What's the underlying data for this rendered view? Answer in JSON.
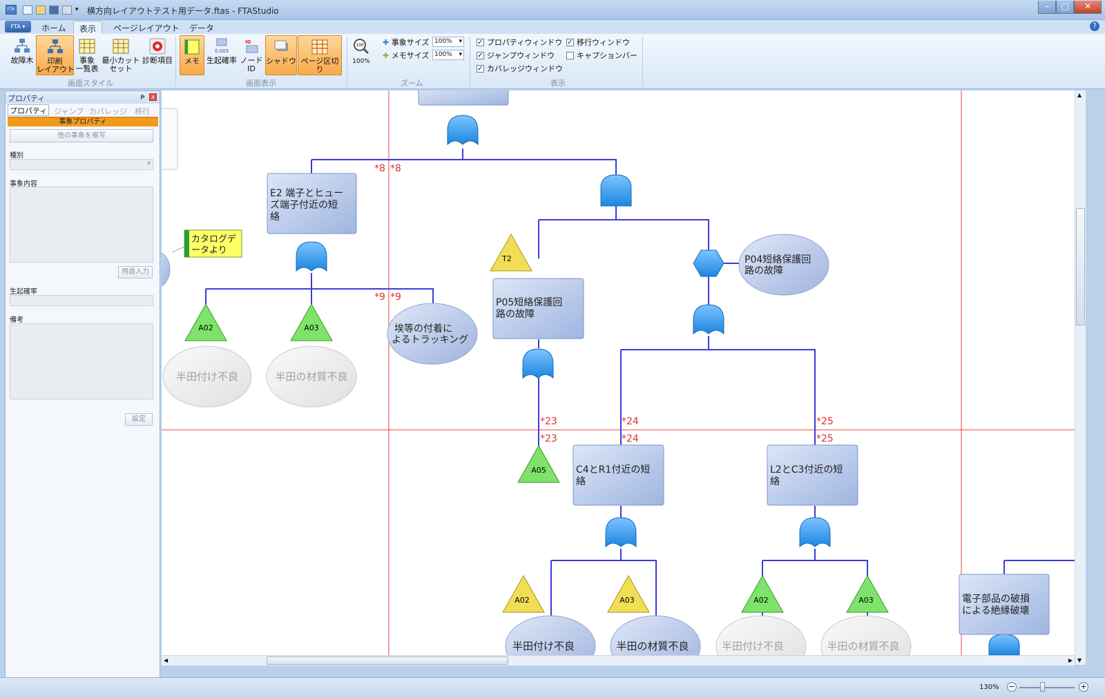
{
  "window": {
    "title": "横方向レイアウトテスト用データ.ftas - FTAStudio",
    "app_icon_text": "FTA",
    "controls": [
      "–",
      "▢",
      "✕"
    ]
  },
  "ribbon_tabs": {
    "file": "FTA ▾",
    "items": [
      "ホーム",
      "表示",
      "ページレイアウト",
      "データ"
    ],
    "active": "表示",
    "help": "?"
  },
  "ribbon": {
    "screen_style": {
      "label": "画面スタイル",
      "buttons": [
        "故障木",
        "印刷\nレイアウト",
        "事象\n一覧表",
        "最小カット\nセット",
        "診断項目"
      ]
    },
    "screen_display": {
      "label": "画面表示",
      "buttons": [
        "メモ",
        "生起確率",
        "ノードID",
        "シャドウ",
        "ページ区切り"
      ],
      "prob_sample": "0.003",
      "id_sample": "ID"
    },
    "zoom": {
      "label": "ズーム",
      "zoom_value": "100%",
      "event_size_label": "事象サイズ",
      "event_size_value": "100%",
      "memo_size_label": "メモサイズ",
      "memo_size_value": "100%",
      "zoom_icon_text": "100"
    },
    "display": {
      "label": "表示",
      "checkboxes": [
        {
          "label": "プロパティウィンドウ",
          "checked": true
        },
        {
          "label": "移行ウィンドウ",
          "checked": true
        },
        {
          "label": "ジャンプウィンドウ",
          "checked": true
        },
        {
          "label": "キャプションバー",
          "checked": false
        },
        {
          "label": "カバレッジウィンドウ",
          "checked": true
        }
      ]
    }
  },
  "left_pane": {
    "title": "プロパティ",
    "pin": "ᵽ",
    "close": "x",
    "tabs": [
      "プロパティ",
      "ジャンプ",
      "カバレッジ",
      "移行"
    ],
    "active_tab": "プロパティ",
    "header": "事象プロパティ",
    "copy_button": "他の事象を複写",
    "type_label": "種別",
    "content_label": "事象内容",
    "term_button": "用語入力",
    "probability_label": "生起確率",
    "remarks_label": "備考",
    "set_button": "設定"
  },
  "diagram": {
    "colors": {
      "line": "#3b3bdc",
      "page_break": "#e64545",
      "gate": "#2f9df2",
      "box": "#b9c9e9",
      "green_tri": "#7ee36a",
      "yellow_tri": "#f2de55",
      "note": "#ffff66",
      "cross_ref": "#e03030"
    },
    "boxes": [
      {
        "id": "e2",
        "text": [
          "E2 端子とヒュー",
          "ズ端子付近の短",
          "絡"
        ]
      },
      {
        "id": "p05",
        "text": [
          "P05短絡保護回",
          "路の故障"
        ]
      },
      {
        "id": "c4",
        "text": [
          "C4とR1付近の短",
          "絡"
        ]
      },
      {
        "id": "l2",
        "text": [
          "L2とC3付近の短",
          "絡"
        ]
      },
      {
        "id": "denshi",
        "text": [
          "電子部品の破損",
          "による絶縁破壊"
        ]
      }
    ],
    "ellipses": [
      {
        "id": "p04",
        "text": [
          "P04短絡保護回",
          "路の故障"
        ],
        "style": "blue"
      },
      {
        "id": "dust",
        "text": [
          "埃等の付着に",
          "よるトラッキング"
        ],
        "style": "blue"
      },
      {
        "id": "handa1",
        "text": [
          "半田付け不良"
        ],
        "style": "grey"
      },
      {
        "id": "handa2",
        "text": [
          "半田の材質不良"
        ],
        "style": "grey"
      },
      {
        "id": "handa3",
        "text": [
          "半田付け不良"
        ],
        "style": "blue"
      },
      {
        "id": "handa4",
        "text": [
          "半田の材質不良"
        ],
        "style": "blue"
      },
      {
        "id": "handa5",
        "text": [
          "半田付け不良"
        ],
        "style": "grey"
      },
      {
        "id": "handa6",
        "text": [
          "半田の材質不良"
        ],
        "style": "grey"
      }
    ],
    "triangles": [
      {
        "id": "a02a",
        "label": "A02",
        "color": "green"
      },
      {
        "id": "a03a",
        "label": "A03",
        "color": "green"
      },
      {
        "id": "t2",
        "label": "T2",
        "color": "yellow"
      },
      {
        "id": "a05",
        "label": "A05",
        "color": "green"
      },
      {
        "id": "a02b",
        "label": "A02",
        "color": "yellow"
      },
      {
        "id": "a03b",
        "label": "A03",
        "color": "yellow"
      },
      {
        "id": "a02c",
        "label": "A02",
        "color": "green"
      },
      {
        "id": "a03c",
        "label": "A03",
        "color": "green"
      }
    ],
    "note": [
      "カタログデ",
      "ータより"
    ],
    "cross_refs": [
      "*8",
      "*8",
      "*9",
      "*9",
      "*23",
      "*23",
      "*24",
      "*24",
      "*25",
      "*25"
    ]
  },
  "status": {
    "zoom": "130%",
    "minus": "−",
    "plus": "+"
  }
}
